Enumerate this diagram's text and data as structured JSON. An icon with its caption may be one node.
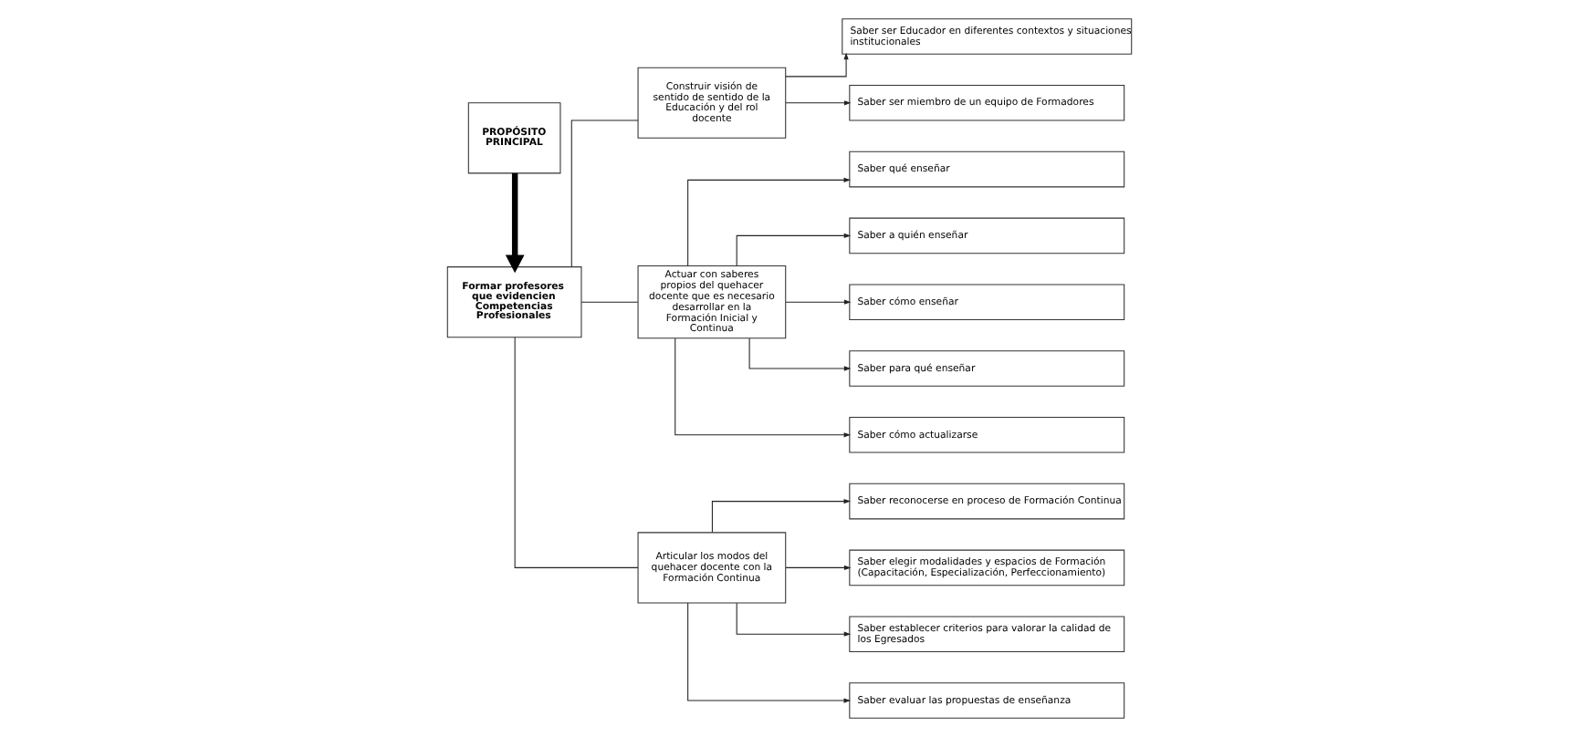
{
  "diagram": {
    "nodes": [
      {
        "text": [
          "Formar profesores que evidencien Competencias Profesionales"
        ]
      },
      {
        "text": [
          "PROPÓSITO PRINCIPAL"
        ]
      },
      {
        "text": [
          "Construir visión de sentido de sentido de la Educación y del rol docente"
        ]
      },
      {
        "text": [
          "Actuar con saberes propios del quehacer docente que es necesario desarrollar en la Formación Inicial y Continua"
        ]
      },
      {
        "text": [
          "Articular los modos del quehacer docente con la Formación Continua"
        ]
      },
      {
        "text": [
          "Saber ser Educador en diferentes contextos y situaciones institucionales"
        ]
      },
      {
        "text": [
          "Saber ser miembro de un equipo de Formadores"
        ]
      },
      {
        "text": [
          "Saber qué enseñar"
        ]
      },
      {
        "text": [
          "Saber a quién enseñar"
        ]
      },
      {
        "text": [
          "Saber cómo enseñar"
        ]
      },
      {
        "text": [
          "Saber para qué enseñar"
        ]
      },
      {
        "text": [
          "Saber cómo actualizarse"
        ]
      },
      {
        "text": [
          "Saber reconocerse en proceso de Formación Continua"
        ]
      },
      {
        "text": [
          "Saber elegir modalidades y espacios de Formación (Capacitación, Especialización, Perfeccionamiento)"
        ]
      },
      {
        "text": [
          "Saber establecer criterios para valorar la calidad de los Egresados"
        ]
      },
      {
        "text": [
          "Saber evaluar las propuestas de enseñanza"
        ]
      }
    ],
    "edges": [
      {
        "from": 1,
        "to": 0,
        "arrow": "to",
        "style": "thick"
      },
      {
        "from": 0,
        "to": 2,
        "arrow": "none"
      },
      {
        "from": 0,
        "to": 3,
        "arrow": "none"
      },
      {
        "from": 0,
        "to": 4,
        "arrow": "none"
      },
      {
        "from": 2,
        "to": 5,
        "arrow": "to"
      },
      {
        "from": 2,
        "to": 6,
        "arrow": "to"
      },
      {
        "from": 3,
        "to": 7,
        "arrow": "to"
      },
      {
        "from": 3,
        "to": 8,
        "arrow": "to"
      },
      {
        "from": 3,
        "to": 9,
        "arrow": "to"
      },
      {
        "from": 3,
        "to": 10,
        "arrow": "to"
      },
      {
        "from": 3,
        "to": 11,
        "arrow": "to"
      },
      {
        "from": 4,
        "to": 12,
        "arrow": "to"
      },
      {
        "from": 4,
        "to": 13,
        "arrow": "to"
      },
      {
        "from": 4,
        "to": 14,
        "arrow": "to"
      },
      {
        "from": 4,
        "to": 15,
        "arrow": "to"
      }
    ]
  }
}
